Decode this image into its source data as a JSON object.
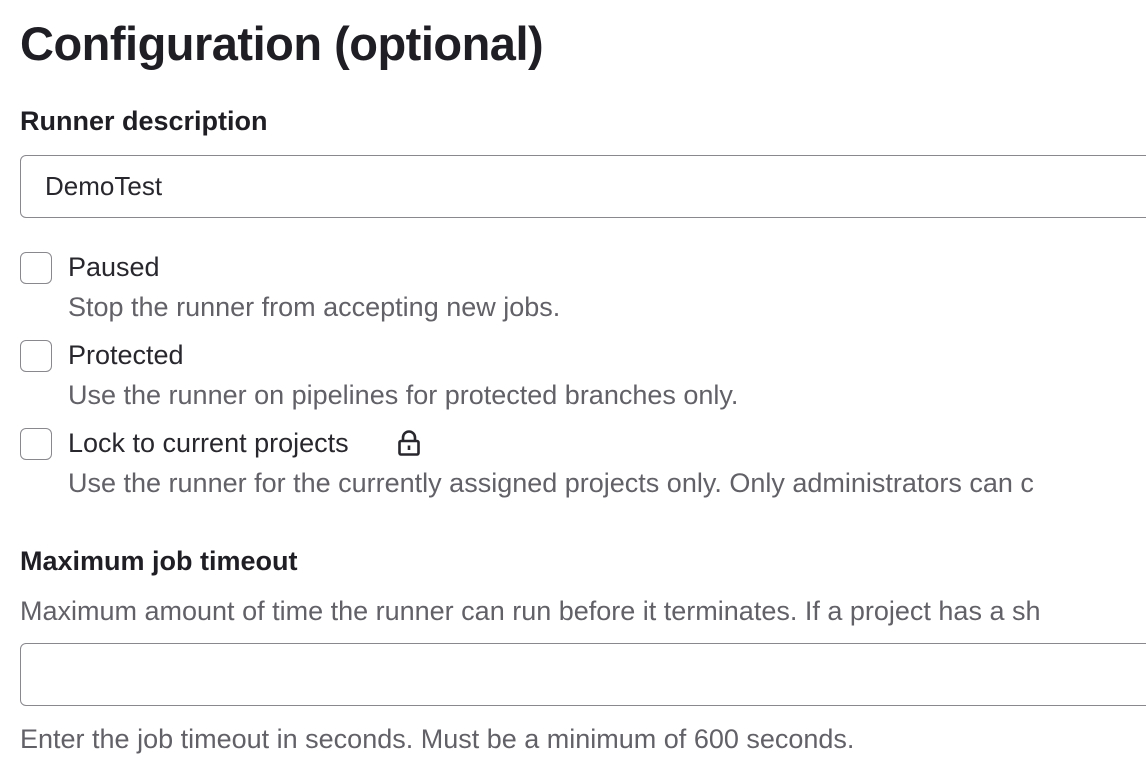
{
  "section": {
    "title": "Configuration (optional)"
  },
  "runner_description": {
    "label": "Runner description",
    "value": "DemoTest"
  },
  "options": {
    "paused": {
      "label": "Paused",
      "help": "Stop the runner from accepting new jobs.",
      "checked": false
    },
    "protected": {
      "label": "Protected",
      "help": "Use the runner on pipelines for protected branches only.",
      "checked": false
    },
    "lock": {
      "label": "Lock to current projects",
      "icon": "lock-icon",
      "help": "Use the runner for the currently assigned projects only. Only administrators can c",
      "checked": false
    }
  },
  "timeout": {
    "label": "Maximum job timeout",
    "description": "Maximum amount of time the runner can run before it terminates. If a project has a sh",
    "value": "",
    "help": "Enter the job timeout in seconds. Must be a minimum of 600 seconds."
  }
}
